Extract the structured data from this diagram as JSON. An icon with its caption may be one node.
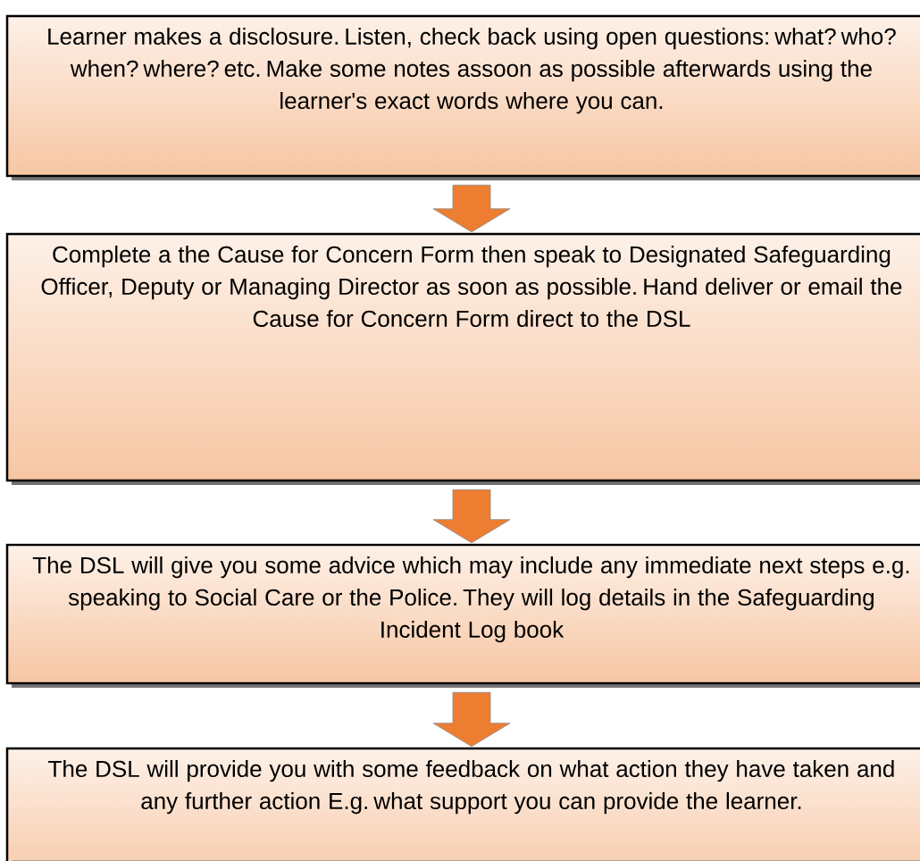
{
  "diagram": {
    "nodes": [
      {
        "text": [
          "Learner makes a disclosure. Listen, check back using open questions: what? who? when? where? etc. Make some notes assoon as possible afterwards using the learner's exact words where you can."
        ]
      },
      {
        "text": [
          "Complete a the Cause for Concern Form then speak to Designated Safeguarding Officer, Deputy or Managing Director as soon as possible. Hand deliver or email the Cause for Concern Form direct to the DSL"
        ]
      },
      {
        "text": [
          "The DSL will give you some advice which may include any immediate next steps e.g. speaking to Social Care or the Police. They will log details in the Safeguarding Incident Log book"
        ]
      },
      {
        "text": [
          "The DSL will provide you with some feedback on what action they have taken and any further action E.g. what support you can provide the learner."
        ]
      }
    ],
    "edges": [
      {
        "from": 0,
        "to": 1,
        "arrow": "to"
      },
      {
        "from": 1,
        "to": 2,
        "arrow": "to"
      },
      {
        "from": 2,
        "to": 3,
        "arrow": "to"
      }
    ]
  }
}
